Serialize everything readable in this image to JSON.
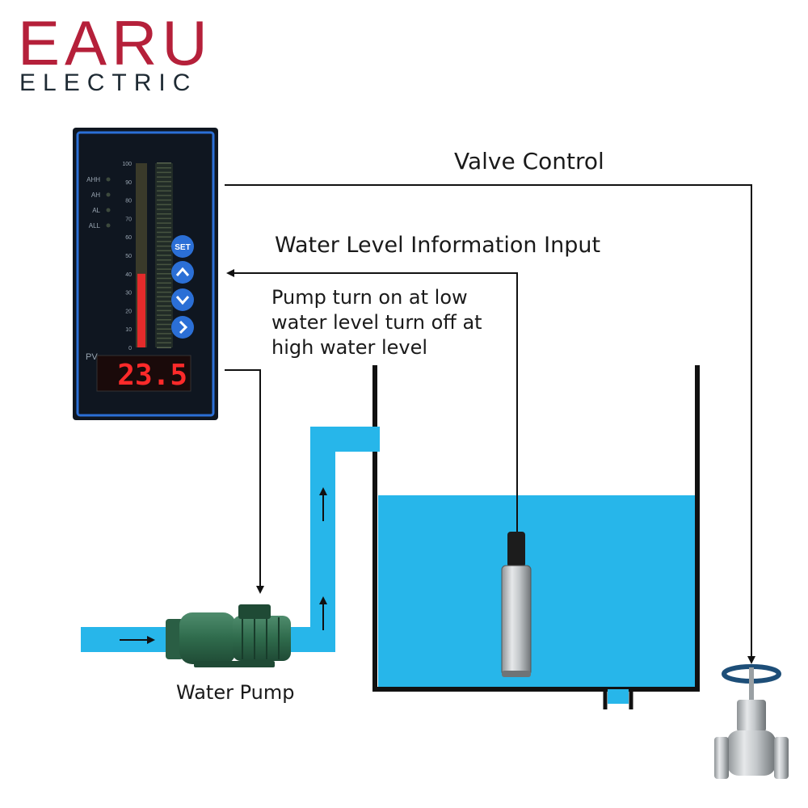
{
  "logo": {
    "main": "EARU",
    "sub": "ELECTRIC"
  },
  "labels": {
    "valve_control": "Valve Control",
    "water_level_input": "Water Level Information Input",
    "pump_note_1": "Pump turn on at low",
    "pump_note_2": "water level turn off at",
    "pump_note_3": "high water level",
    "water_pump": "Water Pump"
  },
  "controller": {
    "pv_label": "PV",
    "display_value": "23.5",
    "scale_ticks": [
      "100",
      "90",
      "80",
      "70",
      "60",
      "50",
      "40",
      "30",
      "20",
      "10",
      "0"
    ],
    "indicators": [
      "AHH",
      "AH",
      "AL",
      "ALL"
    ],
    "buttons": [
      "SET",
      "up-icon",
      "down-icon",
      "right-icon"
    ],
    "bar_level_percent": 40
  },
  "colors": {
    "logo_red": "#b5203a",
    "logo_dark": "#1e2a33",
    "water": "#27b6ea",
    "panel_blue": "#2b6fd6",
    "display_red": "#ff2a2a"
  }
}
